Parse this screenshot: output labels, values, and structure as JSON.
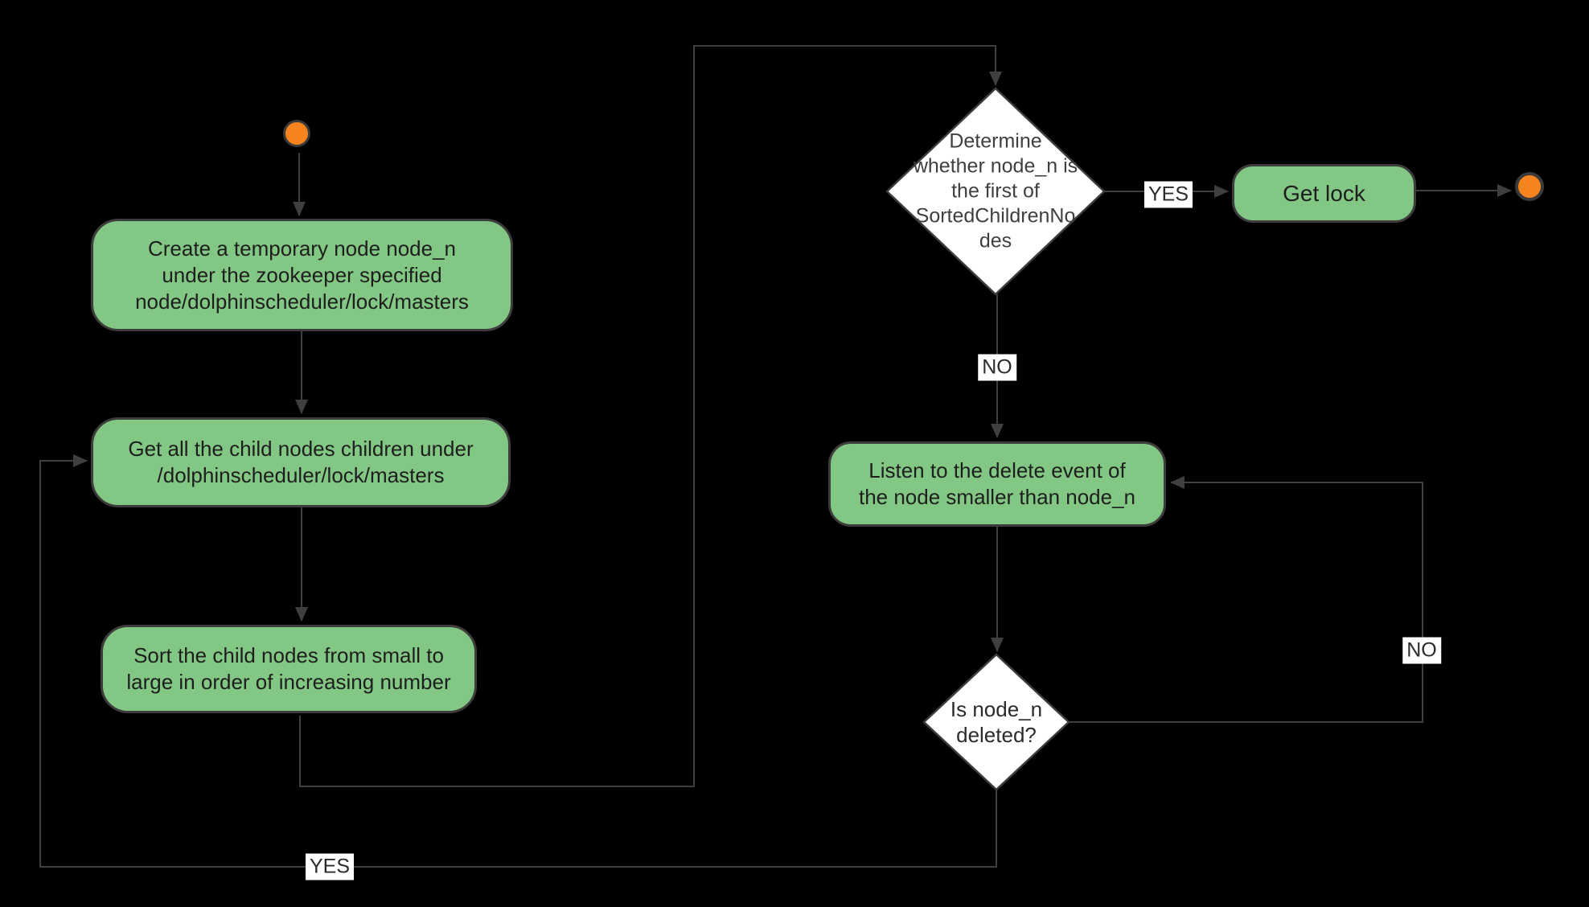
{
  "flowchart": {
    "background": "#000000",
    "colors": {
      "process_fill": "#82C784",
      "process_border": "#3D3D3D",
      "decision_fill": "#FFFFFF",
      "decision_border": "#3D3D3D",
      "terminal_fill": "#F5841F",
      "connector": "#3F3F3F",
      "label_background": "#FFFFFF"
    },
    "nodes": {
      "create_node": {
        "lines": [
          "Create a temporary node node_n",
          "under the zookeeper specified",
          "node/dolphinscheduler/lock/masters"
        ]
      },
      "get_children": {
        "lines": [
          "Get all the child nodes children under",
          "/dolphinscheduler/lock/masters"
        ]
      },
      "sort_children": {
        "lines": [
          "Sort the child nodes from small to",
          "large in order of increasing number"
        ]
      },
      "determine_first": {
        "lines": [
          "Determine",
          "whether node_n is",
          "the first of",
          "SortedChildrenNo",
          "des"
        ]
      },
      "get_lock": {
        "label": "Get lock"
      },
      "listen_delete": {
        "lines": [
          "Listen to the delete event of",
          "the node smaller than node_n"
        ]
      },
      "is_deleted": {
        "lines": [
          "Is node_n",
          "deleted?"
        ]
      }
    },
    "edge_labels": {
      "first_yes": "YES",
      "first_no": "NO",
      "deleted_no": "NO",
      "deleted_yes": "YES"
    }
  }
}
